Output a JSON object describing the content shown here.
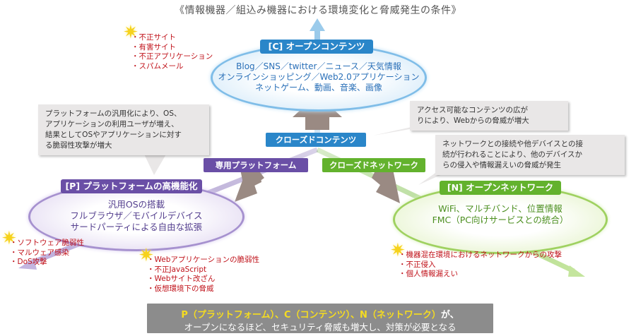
{
  "title": "《情報機器／組込み機器における環境変化と脅威発生の条件》",
  "colors": {
    "content_blue": "#2a86c9",
    "platform_purple": "#6a4fa6",
    "network_green": "#63b22d",
    "threat_red": "#c0121a",
    "highlight_yellow": "#f5dc20"
  },
  "content": {
    "label": "[C] オープンコンテンツ",
    "lines": [
      "Blog／SNS／twitter／ニュース／天気情報",
      "オンラインショッピング／Web2.0アプリケーション",
      "ネットゲーム、動画、音楽、画像"
    ],
    "threats": [
      "・不正サイト",
      "・有害サイト",
      "・不正アプリケーション",
      "・スパムメール"
    ]
  },
  "platform": {
    "label": "[P] プラットフォームの高機能化",
    "lines": [
      "汎用OSの搭載",
      "フルブラウザ／モバイルデバイス",
      "サードパーティによる自由な拡張"
    ],
    "threats": [
      "・ソフトウェア脆弱性",
      "・マルウェア感染",
      "・DoS攻撃"
    ],
    "web_threats": [
      "・Webアプリケーションの脆弱性",
      "・不正JavaScript",
      "・Webサイト改ざん",
      "・仮想環境下の脅威"
    ]
  },
  "network": {
    "label": "[N] オープンネットワーク",
    "lines": [
      "WiFi、マルチバンド、位置情報",
      "FMC（PC向けサービスとの統合）"
    ],
    "threats": [
      "・機器混在環境におけるネットワークからの攻撃",
      "・不正侵入",
      "・個人情報漏えい"
    ]
  },
  "bands": {
    "closed_content": "クローズドコンテンツ",
    "dedicated_platform": "専用プラットフォーム",
    "closed_network": "クローズドネットワーク"
  },
  "callouts": {
    "platform": [
      "プラットフォームの汎用化により、OS、",
      "アプリケーションの利用ユーザが増え、",
      "結果としてOSやアプリケーションに対す",
      "る脆弱性攻撃が増大"
    ],
    "content": [
      "アクセス可能なコンテンツの広が",
      "りにより、Webからの脅威が増大"
    ],
    "network": [
      "ネットワークとの接続や他デバイスとの接",
      "続が行われることにより、他のデバイスか",
      "らの侵入や情報漏えいの脅威が発生"
    ]
  },
  "bottom": {
    "line1_highlight": "P（プラットフォーム）、C（コンテンツ）、N（ネットワーク）",
    "line1_rest": "が、",
    "line2": "オープンになるほど、セキュリティ脅威も増大し、対策が必要となる"
  },
  "icons": {
    "burst": "starburst-icon"
  }
}
